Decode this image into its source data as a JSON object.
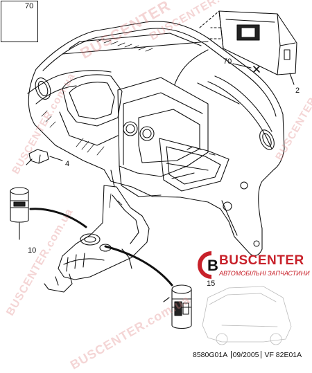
{
  "callouts": {
    "c70_inset": "70",
    "c70_main": "70",
    "c2": "2",
    "c4": "4",
    "c10": "10",
    "c15": "15"
  },
  "footer": {
    "code": "8580G01A",
    "date": "09/2005",
    "ref": "VF 82E01A"
  },
  "brand": {
    "name": "BUSCENTER",
    "tagline": "АВТОМОБІЛЬНІ ЗАПЧАСТИНИ",
    "accent": "#c8212a"
  },
  "watermarks": [
    "BUSCENTER",
    "BUSCENTER.com.ua",
    "BUSCENTER.com.ua",
    "BUSCENTER.com.ua",
    "BUSCENTER.com.ua",
    "BUSCENTER.com.ua"
  ]
}
